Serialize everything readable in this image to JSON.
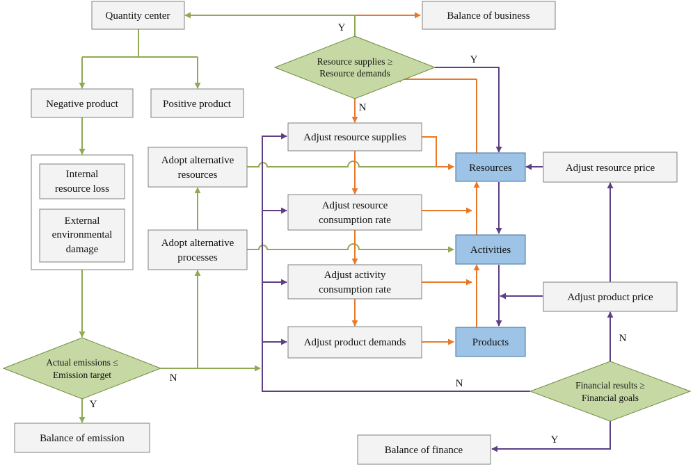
{
  "colors": {
    "green": "#8faa54",
    "orange": "#e8792a",
    "purple": "#5e3f86",
    "box_fill": "#f3f3f3",
    "box_stroke": "#7f7f7f",
    "blue_fill": "#9dc3e6",
    "blue_stroke": "#41719c",
    "diamond_fill": "#c6d9a4",
    "diamond_stroke": "#6f8a3f"
  },
  "nodes": {
    "quantity_center": "Quantity center",
    "balance_business": "Balance of business",
    "negative_product": "Negative product",
    "positive_product": "Positive product",
    "internal_loss": [
      "Internal",
      "resource loss"
    ],
    "external_damage": [
      "External",
      "environmental",
      "damage"
    ],
    "adopt_alt_resources": [
      "Adopt alternative",
      "resources"
    ],
    "adopt_alt_processes": [
      "Adopt alternative",
      "processes"
    ],
    "resource_decision": [
      "Resource supplies ≥",
      "Resource demands"
    ],
    "adjust_resource_supplies": "Adjust resource supplies",
    "adjust_resource_consumption": [
      "Adjust resource",
      "consumption rate"
    ],
    "adjust_activity_consumption": [
      "Adjust activity",
      "consumption rate"
    ],
    "adjust_product_demands": "Adjust product demands",
    "resources": "Resources",
    "activities": "Activities",
    "products": "Products",
    "adjust_resource_price": "Adjust resource price",
    "adjust_product_price": "Adjust product price",
    "emission_decision": [
      "Actual emissions ≤",
      "Emission target"
    ],
    "balance_emission": "Balance of emission",
    "financial_decision": [
      "Financial results ≥",
      "Financial goals"
    ],
    "balance_finance": "Balance of finance"
  },
  "edge_labels": {
    "y_business": "Y",
    "y_resource": "Y",
    "n_resource": "N",
    "n_emission": "N",
    "y_emission": "Y",
    "n_financial": "N",
    "n_price": "N",
    "y_finance": "Y"
  }
}
